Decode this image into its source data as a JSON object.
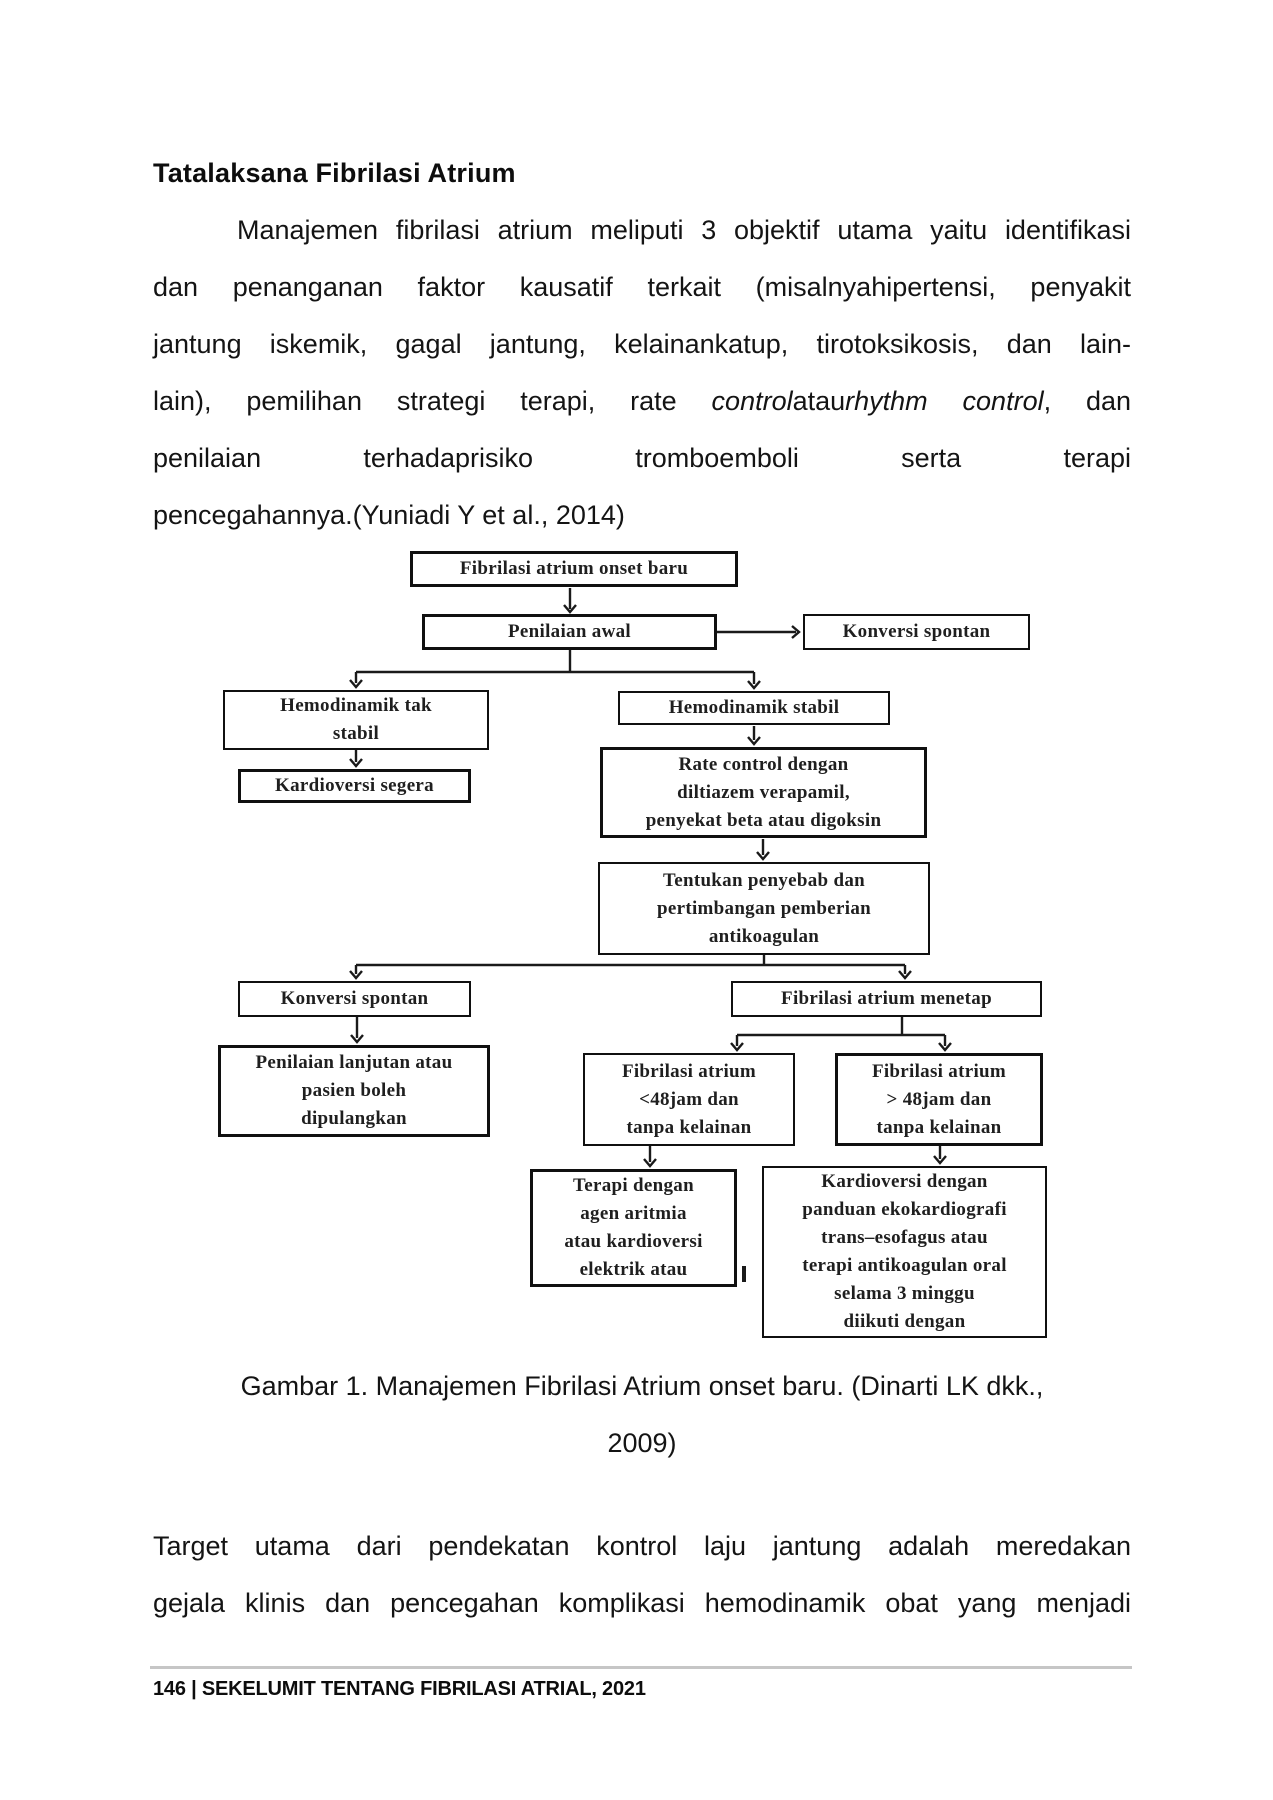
{
  "page": {
    "heading": "Tatalaksana Fibrilasi Atrium",
    "paragraph1": {
      "line1": "Manajemen fibrilasi atrium meliputi 3 objektif utama yaitu identifikasi",
      "line2": "dan penanganan faktor kausatif terkait (misalnyahipertensi, penyakit",
      "line3": "jantung iskemik, gagal jantung, kelainankatup, tirotoksikosis, dan lain-",
      "line4": {
        "pre": "lain), pemilihan strategi terapi, rate",
        "italic1": "control",
        "mid": "atau",
        "italic2": "rhythm control",
        "post": ", dan"
      },
      "line5": "penilaian terhadaprisiko tromboemboli serta terapi",
      "line6": "pencegahannya.(Yuniadi Y et al., 2014)"
    },
    "caption": {
      "line1": "Gambar 1. Manajemen Fibrilasi Atrium onset baru. (Dinarti LK dkk.,",
      "line2": "2009)"
    },
    "paragraph2": {
      "line1": "Target utama dari pendekatan kontrol laju jantung adalah meredakan",
      "line2": "gejala klinis dan pencegahan komplikasi hemodinamik obat yang menjadi"
    },
    "footer": "146 | SEKELUMIT TENTANG FIBRILASI ATRIAL, 2021"
  },
  "flowchart": {
    "boxes": {
      "onset": {
        "lines": [
          "Fibrilasi atrium onset baru"
        ]
      },
      "penilaian_awal": {
        "lines": [
          "Penilaian awal"
        ]
      },
      "konversi_spontan_1": {
        "lines": [
          "Konversi spontan"
        ]
      },
      "hemodinamik_tak_stabil": {
        "lines": [
          "Hemodinamik tak",
          "stabil"
        ]
      },
      "hemodinamik_stabil": {
        "lines": [
          "Hemodinamik stabil"
        ]
      },
      "kardioversi_segera": {
        "lines": [
          "Kardioversi segera"
        ]
      },
      "rate_control": {
        "lines": [
          "Rate control dengan",
          "diltiazem verapamil,",
          "penyekat beta atau digoksin"
        ]
      },
      "tentukan_penyebab": {
        "lines": [
          "Tentukan penyebab dan",
          "pertimbangan pemberian",
          "antikoagulan"
        ]
      },
      "konversi_spontan_2": {
        "lines": [
          "Konversi spontan"
        ]
      },
      "fa_menetap": {
        "lines": [
          "Fibrilasi atrium menetap"
        ]
      },
      "penilaian_lanjutan": {
        "lines": [
          "Penilaian lanjutan atau",
          "pasien boleh",
          "dipulangkan"
        ]
      },
      "fa_kurang_48": {
        "lines": [
          "Fibrilasi atrium",
          "<48jam dan",
          "tanpa kelainan"
        ]
      },
      "fa_lebih_48": {
        "lines": [
          "Fibrilasi atrium",
          "> 48jam dan",
          "tanpa kelainan"
        ]
      },
      "terapi_agen": {
        "lines": [
          "Terapi dengan",
          "agen aritmia",
          "atau kardioversi",
          "elektrik atau"
        ]
      },
      "kardioversi_eko": {
        "lines": [
          "Kardioversi dengan",
          "panduan ekokardiografi",
          "trans–esofagus atau",
          "terapi antikoagulan oral",
          "selama 3 minggu",
          "diikuti dengan"
        ]
      }
    }
  }
}
